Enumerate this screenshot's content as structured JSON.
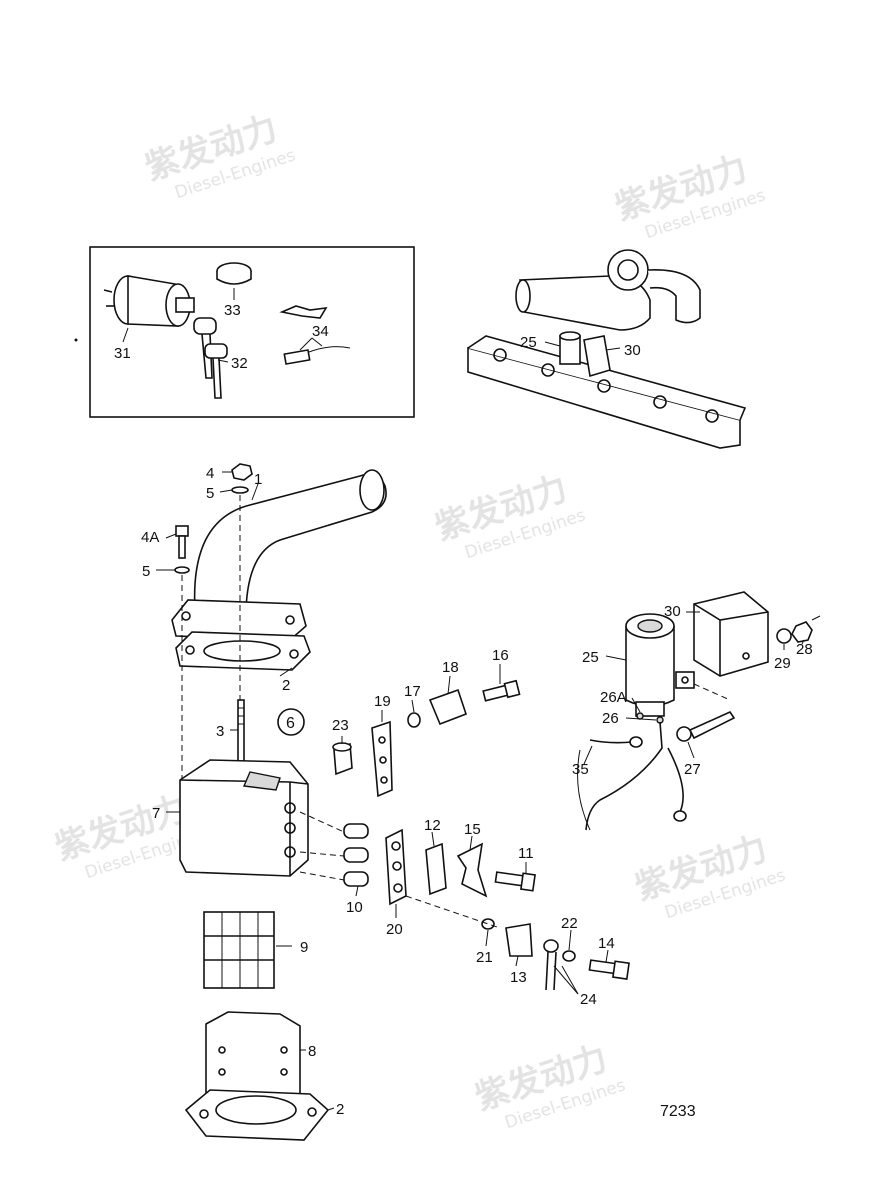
{
  "drawing_number": "7233",
  "watermark": {
    "brand": "紫发动力",
    "sub": "Diesel-Engines"
  },
  "group_label": "6",
  "labels": {
    "l1": "1",
    "l2a": "2",
    "l2b": "2",
    "l3": "3",
    "l4": "4",
    "l4a": "4A",
    "l5a": "5",
    "l5b": "5",
    "l7": "7",
    "l8": "8",
    "l9": "9",
    "l10": "10",
    "l11": "11",
    "l12": "12",
    "l13": "13",
    "l14": "14",
    "l15": "15",
    "l16": "16",
    "l17": "17",
    "l18": "18",
    "l19": "19",
    "l20": "20",
    "l21": "21",
    "l22": "22",
    "l23": "23",
    "l24": "24",
    "l25a": "25",
    "l25b": "25",
    "l26": "26",
    "l26a": "26A",
    "l27": "27",
    "l28": "28",
    "l29": "29",
    "l30a": "30",
    "l30b": "30",
    "l31": "31",
    "l32": "32",
    "l33": "33",
    "l34": "34",
    "l35": "35"
  }
}
